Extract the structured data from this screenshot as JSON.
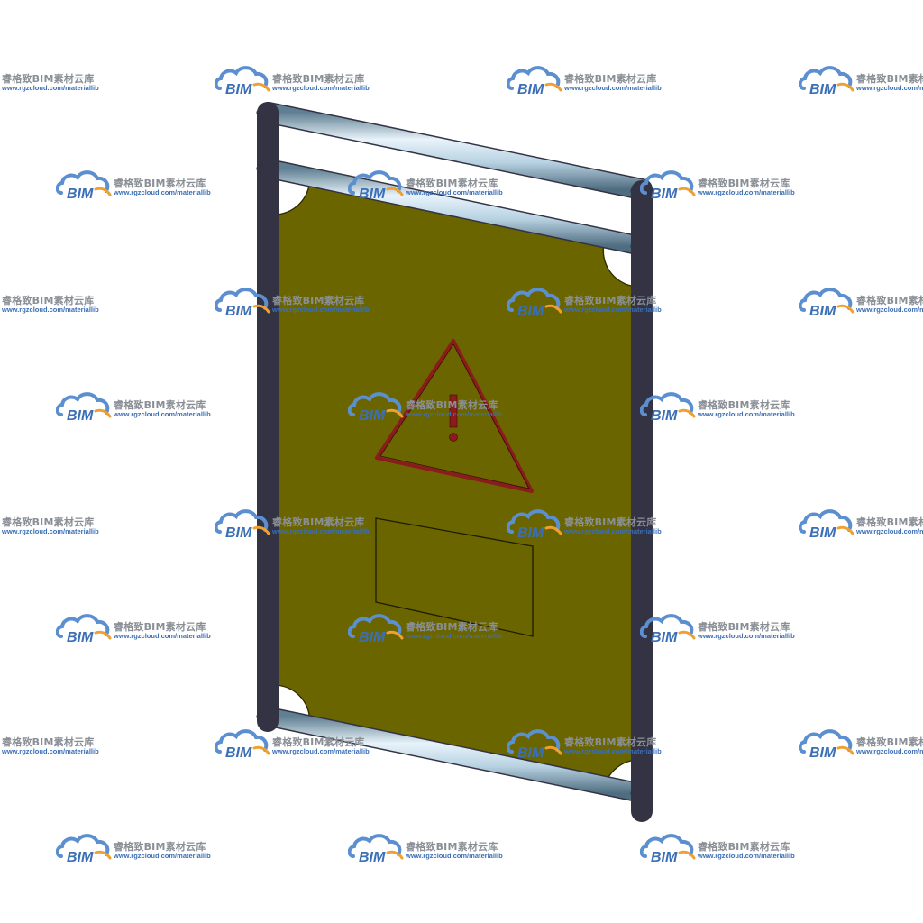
{
  "watermark": {
    "brand": "BIM",
    "title": "睿格致BIM素材云库",
    "url": "www.rgzcloud.com/materiallib",
    "logo_icon": "cloud-logo-icon",
    "text_color": "#8a8f96",
    "url_color": "#3b6fb6",
    "cloud_color": "#5b8fd0",
    "accent_color": "#f0a030"
  },
  "model": {
    "frame_icon": "tube-frame-icon",
    "warning_icon": "warning-triangle-icon",
    "tube_color": "#b6cfde",
    "panel_color": "#6b6500",
    "warning_color": "#8a1c1c",
    "warning_symbol": "!"
  }
}
